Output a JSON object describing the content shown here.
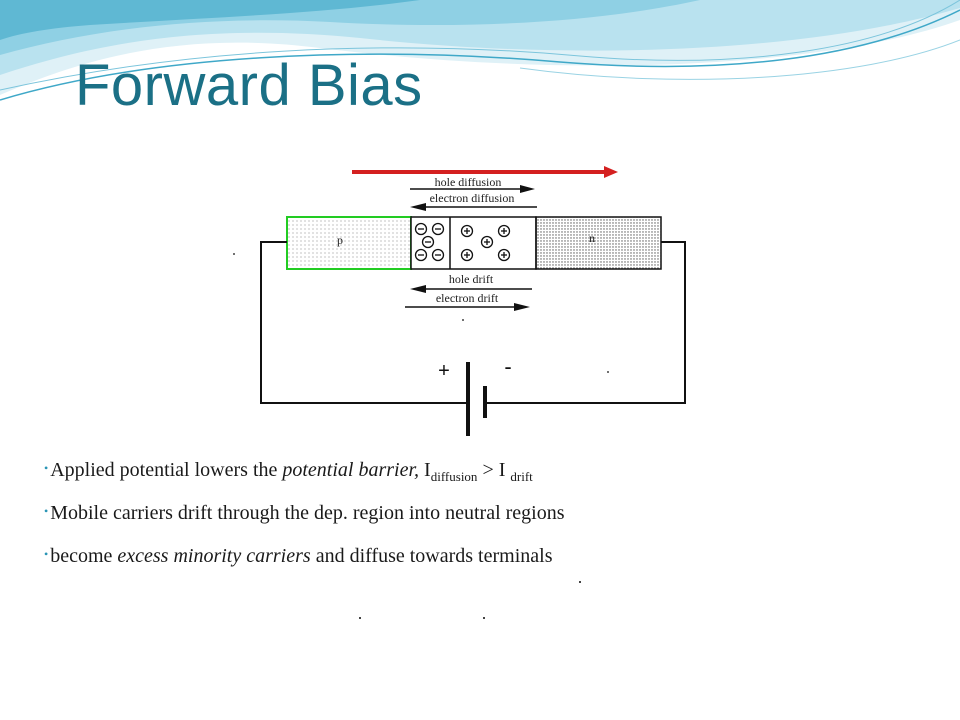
{
  "slide": {
    "title": "Forward Bias"
  },
  "diagram": {
    "labels": {
      "hole_diffusion": "hole diffusion",
      "electron_diffusion": "electron diffusion",
      "hole_drift": "hole drift",
      "electron_drift": "electron drift",
      "p_region": "p",
      "n_region": "n",
      "battery_plus": "+",
      "battery_minus": "-"
    },
    "colors": {
      "forward_arrow": "#d42020",
      "p_region_border": "#22cc22",
      "circuit_wire": "#111111"
    }
  },
  "bullets": {
    "b1": {
      "text_a": "Applied potential lowers the ",
      "text_em": "potential barrier,",
      "text_b": "  I",
      "sub_1": "diffusion",
      "text_c": " > I ",
      "sub_2": "drift"
    },
    "b2": {
      "text": "Mobile carriers drift through the dep. region into neutral regions"
    },
    "b3": {
      "text_a": "become ",
      "text_em": "excess minority carriers",
      "text_b": " and diffuse towards terminals"
    },
    "marker": "•"
  }
}
